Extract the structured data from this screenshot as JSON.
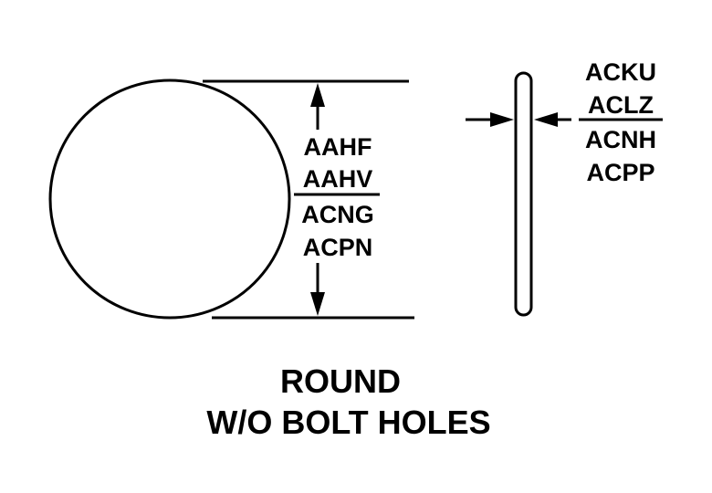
{
  "diameter_labels": {
    "line1": "AAHF",
    "line2": "AAHV",
    "line3": "ACNG",
    "line4": "ACPN"
  },
  "thickness_labels": {
    "line1": "ACKU",
    "line2": "ACLZ",
    "line3": "ACNH",
    "line4": "ACPP"
  },
  "caption": {
    "line1": "ROUND",
    "line2": "W/O BOLT HOLES"
  },
  "colors": {
    "ink": "#000000",
    "background": "#ffffff"
  }
}
